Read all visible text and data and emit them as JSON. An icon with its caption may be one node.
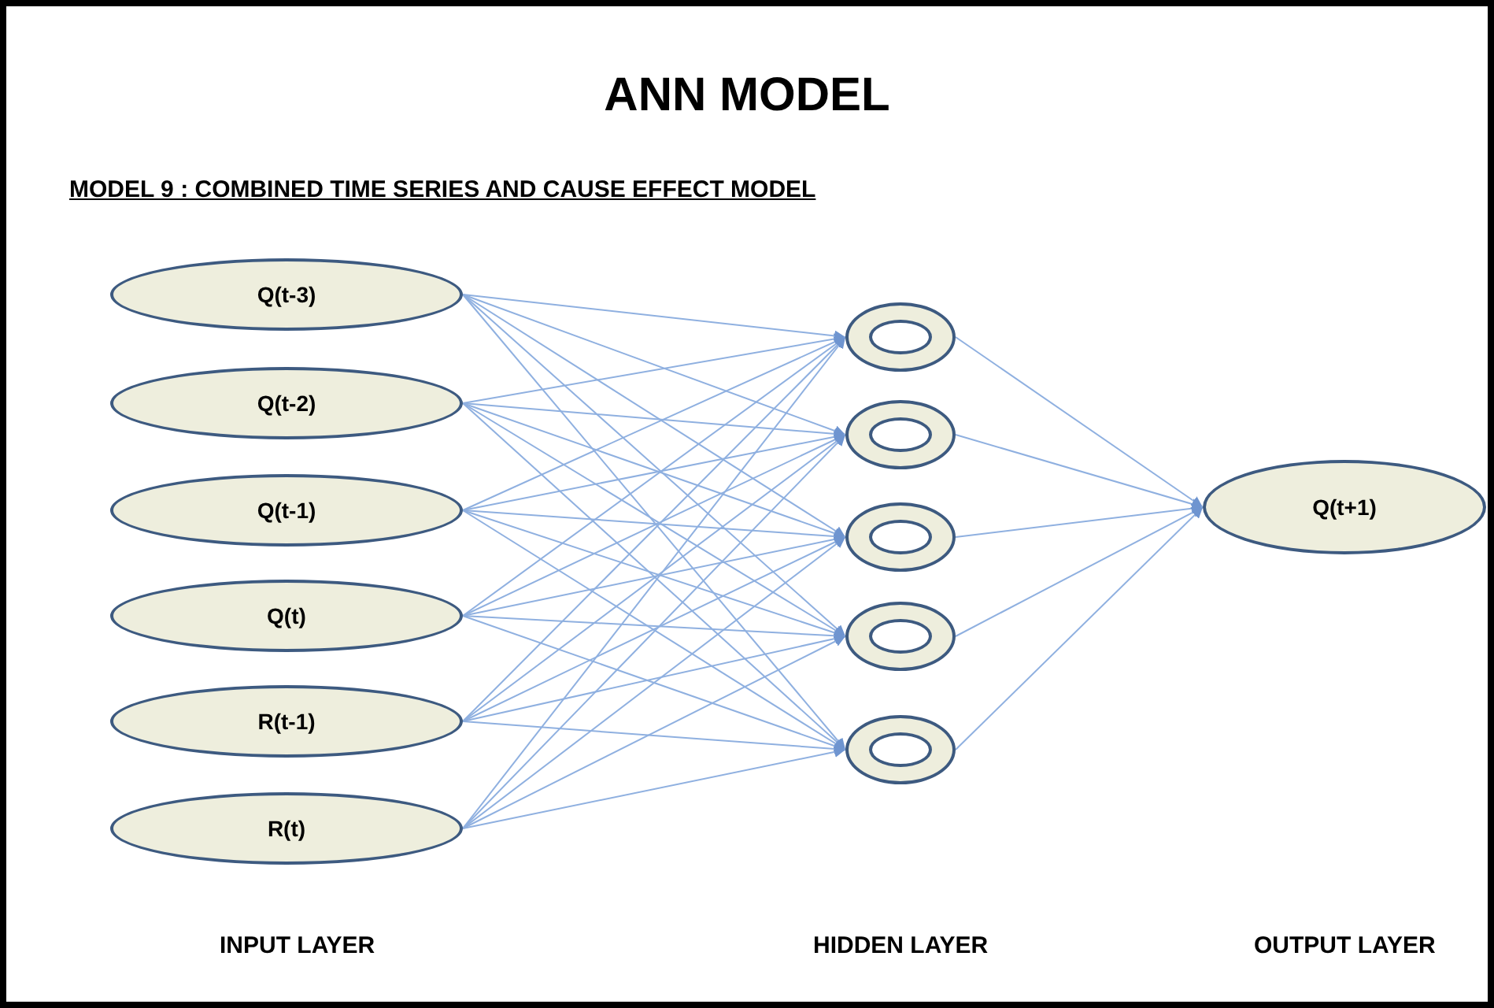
{
  "diagram": {
    "title": "ANN MODEL",
    "nodes": [
      {
        "text": [
          "Q(t-3)"
        ]
      },
      {
        "text": [
          "Q(t-2)"
        ]
      },
      {
        "text": [
          "Q(t-1)"
        ]
      },
      {
        "text": [
          "Q(t)"
        ]
      },
      {
        "text": [
          "R(t-1)"
        ]
      },
      {
        "text": [
          "R(t)"
        ]
      },
      {
        "text": [],
        "shape": "circle"
      },
      {
        "text": [],
        "shape": "circle"
      },
      {
        "text": [],
        "shape": "circle"
      },
      {
        "text": [],
        "shape": "circle"
      },
      {
        "text": [],
        "shape": "circle"
      },
      {
        "text": [
          "Q(t+1)"
        ]
      }
    ],
    "edges": [
      {
        "from": 0,
        "to": 6,
        "arrow": "to"
      },
      {
        "from": 0,
        "to": 7,
        "arrow": "to"
      },
      {
        "from": 0,
        "to": 8,
        "arrow": "to"
      },
      {
        "from": 0,
        "to": 9,
        "arrow": "to"
      },
      {
        "from": 0,
        "to": 10,
        "arrow": "to"
      },
      {
        "from": 1,
        "to": 6,
        "arrow": "to"
      },
      {
        "from": 1,
        "to": 7,
        "arrow": "to"
      },
      {
        "from": 1,
        "to": 8,
        "arrow": "to"
      },
      {
        "from": 1,
        "to": 9,
        "arrow": "to"
      },
      {
        "from": 1,
        "to": 10,
        "arrow": "to"
      },
      {
        "from": 2,
        "to": 6,
        "arrow": "to"
      },
      {
        "from": 2,
        "to": 7,
        "arrow": "to"
      },
      {
        "from": 2,
        "to": 8,
        "arrow": "to"
      },
      {
        "from": 2,
        "to": 9,
        "arrow": "to"
      },
      {
        "from": 2,
        "to": 10,
        "arrow": "to"
      },
      {
        "from": 3,
        "to": 6,
        "arrow": "to"
      },
      {
        "from": 3,
        "to": 7,
        "arrow": "to"
      },
      {
        "from": 3,
        "to": 8,
        "arrow": "to"
      },
      {
        "from": 3,
        "to": 9,
        "arrow": "to"
      },
      {
        "from": 3,
        "to": 10,
        "arrow": "to"
      },
      {
        "from": 4,
        "to": 6,
        "arrow": "to"
      },
      {
        "from": 4,
        "to": 7,
        "arrow": "to"
      },
      {
        "from": 4,
        "to": 8,
        "arrow": "to"
      },
      {
        "from": 4,
        "to": 9,
        "arrow": "to"
      },
      {
        "from": 4,
        "to": 10,
        "arrow": "to"
      },
      {
        "from": 5,
        "to": 6,
        "arrow": "to"
      },
      {
        "from": 5,
        "to": 7,
        "arrow": "to"
      },
      {
        "from": 5,
        "to": 8,
        "arrow": "to"
      },
      {
        "from": 5,
        "to": 9,
        "arrow": "to"
      },
      {
        "from": 5,
        "to": 10,
        "arrow": "to"
      },
      {
        "from": 6,
        "to": 11,
        "arrow": "to"
      },
      {
        "from": 7,
        "to": 11,
        "arrow": "to"
      },
      {
        "from": 8,
        "to": 11,
        "arrow": "to"
      },
      {
        "from": 9,
        "to": 11,
        "arrow": "to"
      },
      {
        "from": 10,
        "to": 11,
        "arrow": "to"
      }
    ],
    "labels": [
      "MODEL 9 : COMBINED TIME SERIES AND CAUSE EFFECT MODEL",
      "INPUT LAYER",
      "HIDDEN LAYER",
      "OUTPUT LAYER"
    ]
  }
}
